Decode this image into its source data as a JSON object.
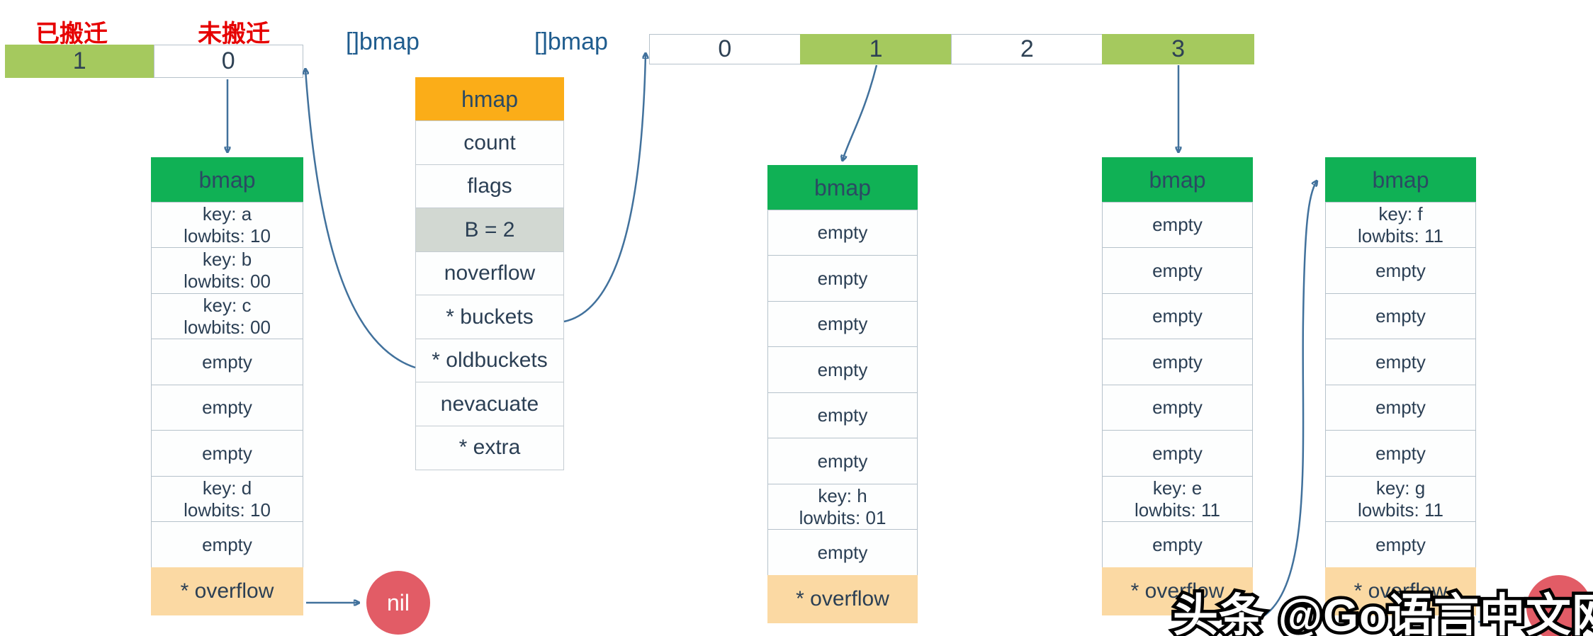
{
  "annotations": {
    "migrated": "已搬迁",
    "not_migrated": "未搬迁",
    "bmap_slice_old": "[]bmap",
    "bmap_slice_new": "[]bmap",
    "watermark": "头条 @Go语言中文网",
    "nil_label": "nil"
  },
  "old_array": {
    "cells": [
      {
        "label": "1",
        "filled": true
      },
      {
        "label": "0",
        "filled": false
      }
    ]
  },
  "new_array": {
    "cells": [
      {
        "label": "0",
        "filled": false
      },
      {
        "label": "1",
        "filled": true
      },
      {
        "label": "2",
        "filled": false
      },
      {
        "label": "3",
        "filled": true
      }
    ]
  },
  "hmap_table": {
    "header": "hmap",
    "rows": [
      {
        "label": "count"
      },
      {
        "label": "flags"
      },
      {
        "label": "B = 2",
        "variant": "gray"
      },
      {
        "label": "noverflow"
      },
      {
        "label": "* buckets"
      },
      {
        "label": "* oldbuckets"
      },
      {
        "label": "nevacuate"
      },
      {
        "label": "* extra"
      }
    ]
  },
  "buckets": [
    {
      "header": "bmap",
      "slots": [
        "key: a\nlowbits: 10",
        "key: b\nlowbits: 00",
        "key: c\nlowbits: 00",
        "empty",
        "empty",
        "empty",
        "key: d\nlowbits: 10",
        "empty"
      ],
      "overflow": "* overflow"
    },
    {
      "header": "bmap",
      "slots": [
        "empty",
        "empty",
        "empty",
        "empty",
        "empty",
        "empty",
        "key: h\nlowbits: 01",
        "empty"
      ],
      "overflow": "* overflow"
    },
    {
      "header": "bmap",
      "slots": [
        "empty",
        "empty",
        "empty",
        "empty",
        "empty",
        "empty",
        "key: e\nlowbits: 11",
        "empty"
      ],
      "overflow": "* overflow"
    },
    {
      "header": "bmap",
      "slots": [
        "key: f\nlowbits: 11",
        "empty",
        "empty",
        "empty",
        "empty",
        "empty",
        "key: g\nlowbits: 11",
        "empty"
      ],
      "overflow": "* overflow"
    }
  ],
  "colors": {
    "highlight_green": "#a5c95e",
    "bucket_header_green": "#10b155",
    "hmap_header_orange": "#fbad18",
    "gray_row": "#d2d8d2",
    "overflow_peach": "#fbd9a3",
    "nil_red": "#e25c66",
    "arrow_blue": "#41719c",
    "label_red": "#e60000",
    "slice_label_blue": "#1f5c8e",
    "text_navy": "#2b3f54"
  }
}
